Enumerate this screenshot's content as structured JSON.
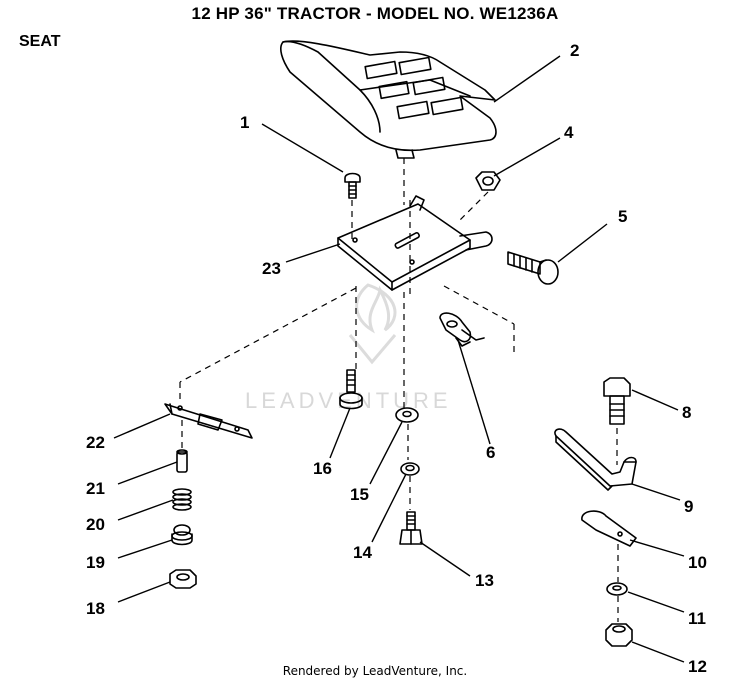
{
  "title": "12 HP 36\" TRACTOR - MODEL NO. WE1236A",
  "section": "SEAT",
  "footer": "Rendered by LeadVenture, Inc.",
  "watermark": "LEADVENTURE",
  "callouts": {
    "c1": "1",
    "c2": "2",
    "c4": "4",
    "c5": "5",
    "c6": "6",
    "c8": "8",
    "c9": "9",
    "c10": "10",
    "c11": "11",
    "c12": "12",
    "c13": "13",
    "c14": "14",
    "c15": "15",
    "c16": "16",
    "c18": "18",
    "c19": "19",
    "c20": "20",
    "c21": "21",
    "c22": "22",
    "c23": "23"
  }
}
